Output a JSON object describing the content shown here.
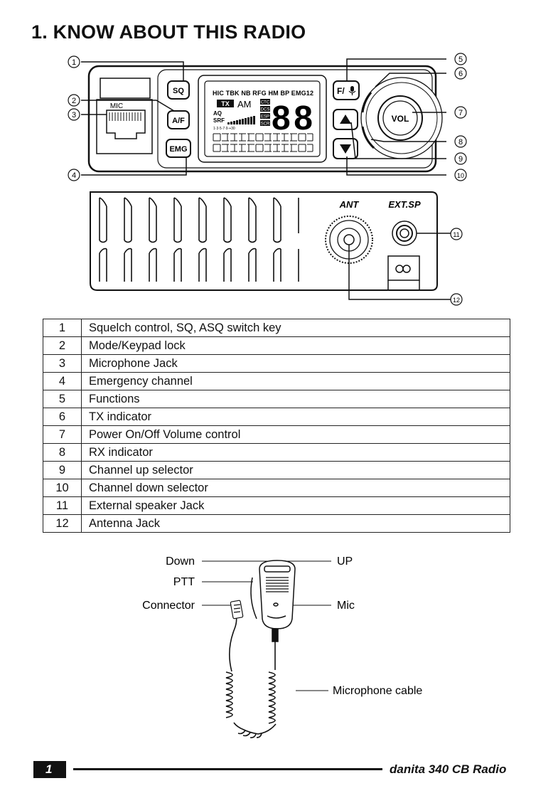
{
  "page": {
    "title": "1. KNOW ABOUT THIS RADIO",
    "page_number": "1",
    "footer_brand": "danita 340 CB Radio"
  },
  "front_panel": {
    "mic_label": "MIC",
    "buttons": {
      "sq": "SQ",
      "af": "A/F",
      "emg": "EMG",
      "f_mic": "F/",
      "vol": "VOL"
    },
    "lcd": {
      "top_row": "HIC TBK NB RFG HM BP EMG12",
      "tx": "TX",
      "am": "AM",
      "aq": "AQ",
      "srf": "SRF",
      "ctc": "CTC",
      "dcs": "DCS",
      "esp": "ESP",
      "scr": "SCR",
      "digits": "88",
      "scale": "1·3·5·7·9·+30"
    },
    "callouts": [
      "1",
      "2",
      "3",
      "4",
      "5",
      "6",
      "7",
      "8",
      "9",
      "10",
      "11",
      "12"
    ]
  },
  "rear_panel": {
    "ant_label": "ANT",
    "ext_sp_label": "EXT.SP"
  },
  "parts_table": [
    {
      "num": "1",
      "desc": "Squelch control, SQ, ASQ switch key"
    },
    {
      "num": "2",
      "desc": "Mode/Keypad lock"
    },
    {
      "num": "3",
      "desc": "Microphone Jack"
    },
    {
      "num": "4",
      "desc": "Emergency channel"
    },
    {
      "num": "5",
      "desc": "Functions"
    },
    {
      "num": "6",
      "desc": "TX indicator"
    },
    {
      "num": "7",
      "desc": "Power On/Off  Volume control"
    },
    {
      "num": "8",
      "desc": "RX indicator"
    },
    {
      "num": "9",
      "desc": "Channel up selector"
    },
    {
      "num": "10",
      "desc": "Channel down selector"
    },
    {
      "num": "11",
      "desc": "External speaker Jack"
    },
    {
      "num": "12",
      "desc": "Antenna Jack"
    }
  ],
  "microphone": {
    "down": "Down",
    "ptt": "PTT",
    "connector": "Connector",
    "up": "UP",
    "mic": "Mic",
    "cable": "Microphone cable"
  }
}
